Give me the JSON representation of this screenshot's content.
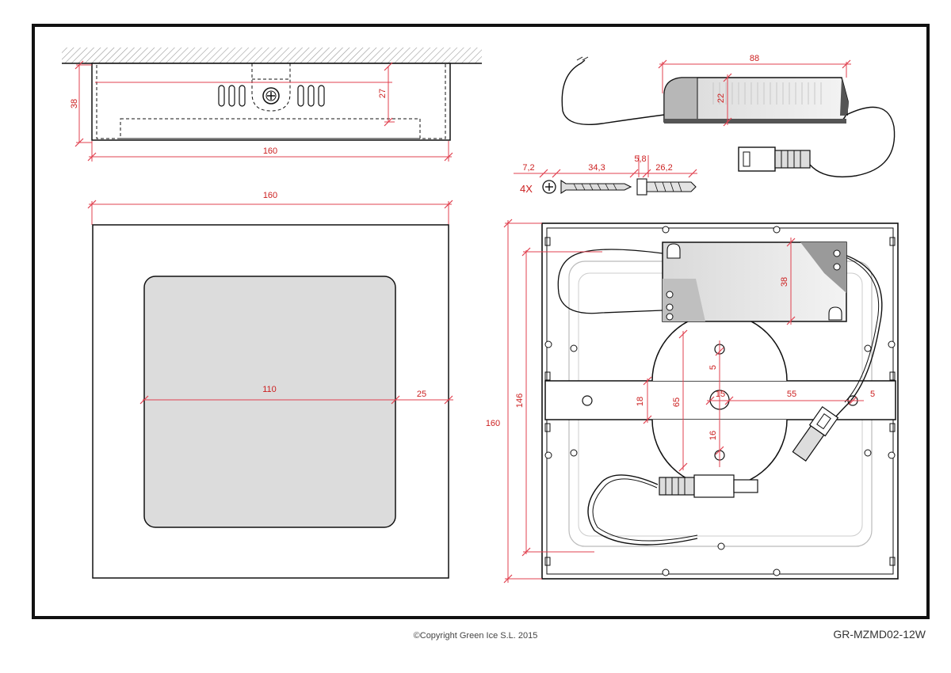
{
  "dimensions": {
    "side_height": "38",
    "side_inner_depth": "27",
    "side_width": "160",
    "driver_length": "88",
    "driver_height": "22",
    "screw_head": "7,2",
    "screw_length": "34,3",
    "plug_diameter": "5,8",
    "plug_length": "26,2",
    "front_width": "160",
    "light_area": "110",
    "border": "25",
    "back_height_outer": "160",
    "back_height_inner": "146",
    "driver_width": "38",
    "bracket_width": "18",
    "plate_diameter": "65",
    "center_hole": "15",
    "hole_offset": "55",
    "hole_size_right": "5",
    "hole_size_top": "5",
    "hole_offset_bottom": "16"
  },
  "screw_quantity": "4X",
  "footer": {
    "copyright": "©Copyright Green Ice S.L. 2015",
    "code": "GR-MZMD02-12W"
  },
  "colors": {
    "dimension": "#cc1f1f",
    "outline": "#111111",
    "light_panel": "#dcdcdc"
  }
}
